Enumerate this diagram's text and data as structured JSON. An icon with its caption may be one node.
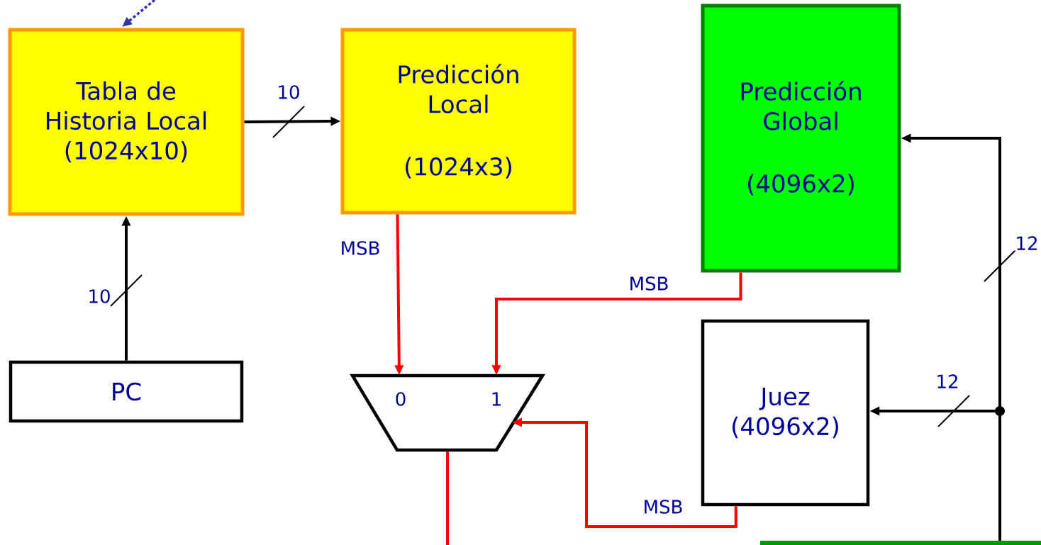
{
  "diagram": {
    "nodes": [
      {
        "text": [
          "Tabla de Historia Local",
          "(1024x10)"
        ]
      },
      {
        "text": [
          "Predicción Local",
          "(1024x3)"
        ]
      },
      {
        "text": [
          "Predicción Global",
          "(4096x2)"
        ]
      },
      {
        "text": [
          "PC"
        ]
      },
      {
        "text": [
          "0",
          "1"
        ]
      },
      {
        "text": [
          "Juez",
          "(4096x2)"
        ]
      },
      {
        "text": [],
        "shape": "bar"
      }
    ],
    "edges": [
      {
        "from": null,
        "to": 0,
        "arrow": "to",
        "style": "dashed",
        "color": "#3333aa"
      },
      {
        "from": 0,
        "to": 1,
        "arrow": "to",
        "label": "10"
      },
      {
        "from": 3,
        "to": 0,
        "arrow": "to",
        "label": "10"
      },
      {
        "from": 1,
        "to": 4,
        "arrow": "to",
        "label": "MSB",
        "color": "#ff0000"
      },
      {
        "from": 2,
        "to": 4,
        "arrow": "to",
        "label": "MSB",
        "color": "#ff0000"
      },
      {
        "from": 5,
        "to": 4,
        "arrow": "to",
        "label": "MSB",
        "color": "#ff0000"
      },
      {
        "from": 4,
        "to": null,
        "arrow": "none",
        "color": "#ff0000"
      },
      {
        "from": 6,
        "to": 2,
        "arrow": "to",
        "label": "12"
      },
      {
        "from": 6,
        "to": 5,
        "arrow": "to",
        "label": "12"
      }
    ]
  }
}
